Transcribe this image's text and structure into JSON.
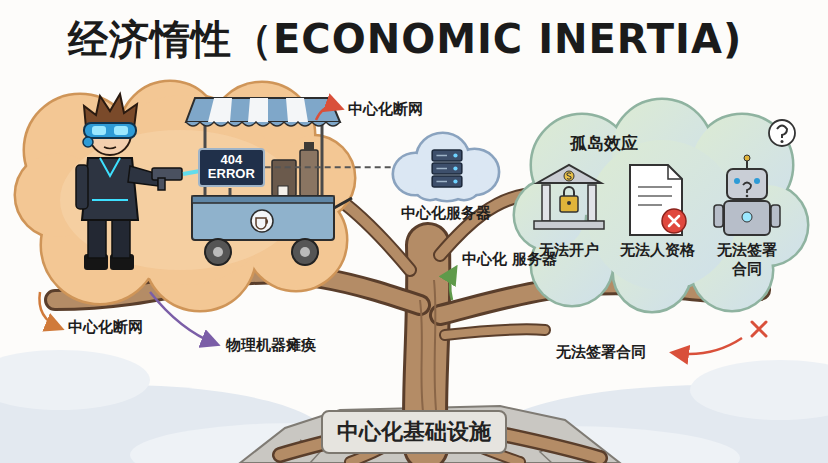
{
  "diagram": {
    "title": "经济惰性（ECONOMIC INERTIA)",
    "nodes": [
      {
        "text": [
          "404 ERROR"
        ]
      },
      {
        "text": [
          "中心化服务器"
        ]
      },
      {
        "text": [
          "孤岛效应",
          "无法开户",
          "无法人资格",
          "无法签署 合同"
        ]
      },
      {
        "text": [
          "中心化基础设施"
        ]
      }
    ],
    "edges": [
      {
        "from": 0,
        "to": 1,
        "arrow": "none"
      }
    ],
    "labels": [
      "中心化断网",
      "中心化 服务器",
      "中心化断网",
      "物理机器瘫痪",
      "无法签署合同"
    ]
  }
}
